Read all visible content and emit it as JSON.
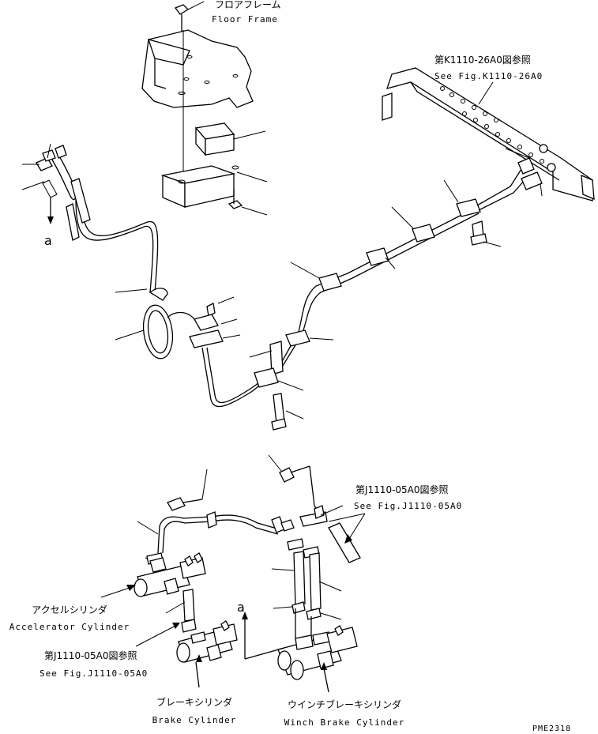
{
  "labels": {
    "floor_frame_jp": "フロアフレーム",
    "floor_frame_en": "Floor Frame",
    "ref_k1110_jp": "第K1110-26A0図参照",
    "ref_k1110_en": "See Fig.K1110-26A0",
    "mark_a_top": "a",
    "ref_j1110_right_jp": "第J1110-05A0図参照",
    "ref_j1110_right_en": "See Fig.J1110-05A0",
    "accel_cyl_jp": "アクセルシリンダ",
    "accel_cyl_en": "Accelerator Cylinder",
    "ref_j1110_left_jp": "第J1110-05A0図参照",
    "ref_j1110_left_en": "See Fig.J1110-05A0",
    "mark_a_bottom": "a",
    "brake_cyl_jp": "ブレーキシリンダ",
    "brake_cyl_en": "Brake Cylinder",
    "winch_brake_cyl_jp": "ウインチブレーキシリンダ",
    "winch_brake_cyl_en": "Winch Brake Cylinder",
    "drawing_no": "PME2318"
  }
}
